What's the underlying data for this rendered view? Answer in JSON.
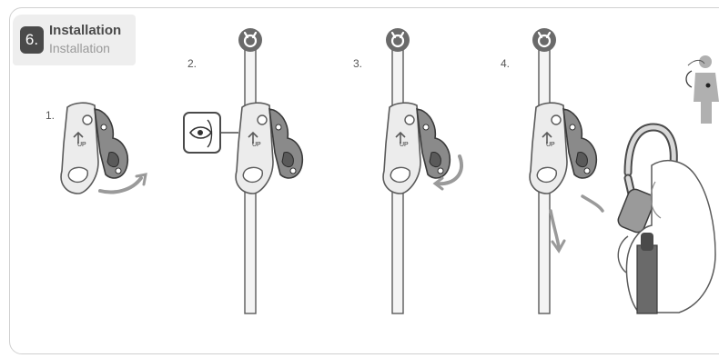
{
  "header": {
    "step_number": "6.",
    "title": "Installation",
    "subtitle": "Installation"
  },
  "steps": [
    {
      "label": "1."
    },
    {
      "label": "2."
    },
    {
      "label": "3."
    },
    {
      "label": "4."
    }
  ],
  "device_marking": "UP",
  "icons": [
    "check-symbol-icon",
    "eye-inspection-icon",
    "worker-silhouette-icon",
    "carabiner-hand-icon"
  ],
  "colors": {
    "dark": "#4a4a4a",
    "mid": "#8a8a8a",
    "light": "#e6e6e6",
    "rope": "#f2f2f2"
  }
}
